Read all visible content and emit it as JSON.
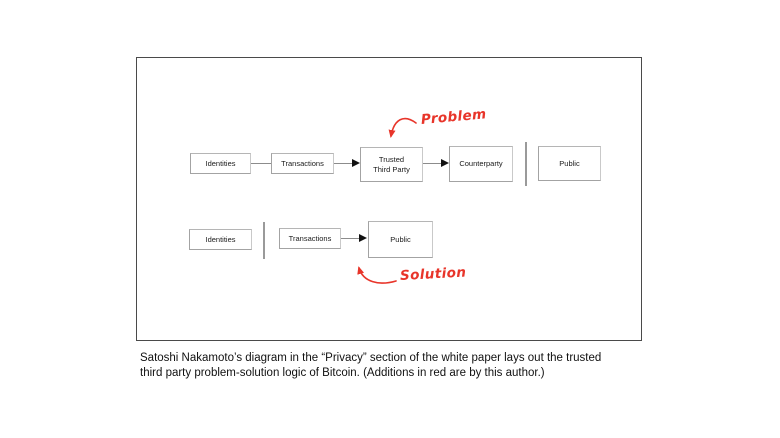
{
  "colors": {
    "annotation_red": "#e8352a",
    "frame_border": "#4a4a4a",
    "box_border": "#a3a3a3",
    "connector_gray": "#8c8c8c",
    "arrowhead_black": "#111111",
    "text_black": "#111111"
  },
  "diagram": {
    "row_problem": {
      "boxes": [
        {
          "label": "Identities"
        },
        {
          "label": "Transactions"
        },
        {
          "label": "Trusted\nThird Party"
        },
        {
          "label": "Counterparty"
        },
        {
          "label": "Public"
        }
      ]
    },
    "row_solution": {
      "boxes": [
        {
          "label": "Identities"
        },
        {
          "label": "Transactions"
        },
        {
          "label": "Public"
        }
      ]
    },
    "annotations": {
      "problem": "Problem",
      "solution": "Solution"
    }
  },
  "caption": "Satoshi Nakamoto’s diagram in the “Privacy” section of the white paper lays out the trusted\nthird party problem-solution logic of Bitcoin. (Additions in red are by this author.)"
}
